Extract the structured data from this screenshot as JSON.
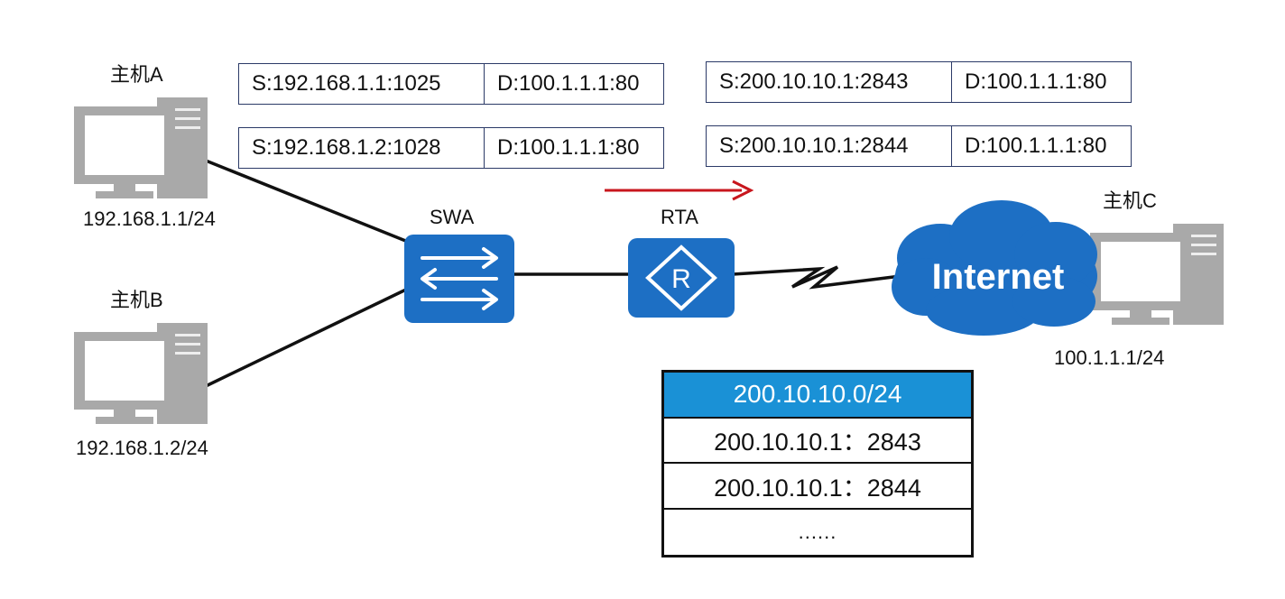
{
  "hosts": {
    "a": {
      "name": "主机A",
      "ip": "192.168.1.1/24"
    },
    "b": {
      "name": "主机B",
      "ip": "192.168.1.2/24"
    },
    "c": {
      "name": "主机C",
      "ip": "100.1.1.1/24"
    }
  },
  "devices": {
    "switch": {
      "label": "SWA",
      "icon": "switch-icon"
    },
    "router": {
      "label": "RTA",
      "icon": "router-icon",
      "glyph": "R"
    },
    "cloud": {
      "label": "Internet",
      "icon": "cloud-icon"
    }
  },
  "packets_before": [
    {
      "src": "S:192.168.1.1:1025",
      "dst": "D:100.1.1.1:80"
    },
    {
      "src": "S:192.168.1.2:1028",
      "dst": "D:100.1.1.1:80"
    }
  ],
  "packets_after": [
    {
      "src": "S:200.10.10.1:2843",
      "dst": "D:100.1.1.1:80"
    },
    {
      "src": "S:200.10.10.1:2844",
      "dst": "D:100.1.1.1:80"
    }
  ],
  "nat_table": {
    "header": "200.10.10.0/24",
    "rows": [
      "200.10.10.1：2843",
      "200.10.10.1：2844",
      "......"
    ]
  },
  "colors": {
    "device_blue": "#1d6fc4",
    "table_header": "#1a91d6",
    "arrow_red": "#c8161d",
    "host_gray": "#a9a9a9"
  }
}
